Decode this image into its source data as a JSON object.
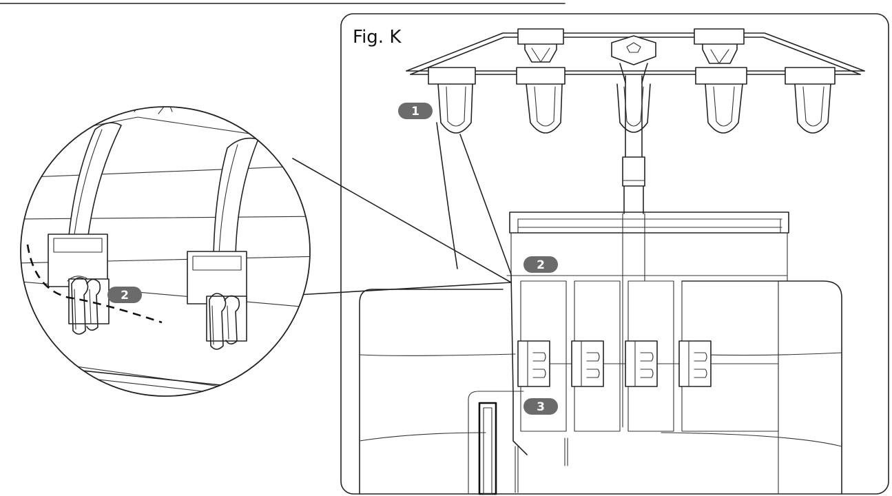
{
  "figure": {
    "title": "Fig. K"
  },
  "callouts": {
    "step_1": "1",
    "step_2": "2",
    "step_3": "3",
    "inset_step_2": "2"
  },
  "colors": {
    "line": "#222222",
    "badge": "#6b6b6b",
    "background": "#ffffff"
  }
}
